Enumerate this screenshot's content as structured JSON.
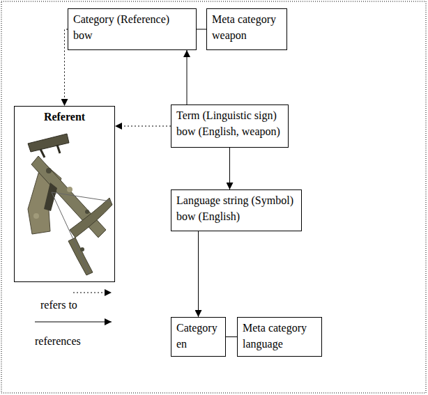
{
  "diagram": {
    "nodes": [
      {
        "text": [
          "Category (Reference)",
          "bow"
        ]
      },
      {
        "text": [
          "Meta category",
          "weapon"
        ]
      },
      {
        "text": [
          "Referent"
        ]
      },
      {
        "text": [
          "Term (Linguistic sign)",
          "bow (English, weapon)"
        ]
      },
      {
        "text": [
          "Language string (Symbol)",
          "bow (English)"
        ]
      },
      {
        "text": [
          "Category",
          "en"
        ]
      },
      {
        "text": [
          "Meta category",
          "language"
        ]
      }
    ],
    "edges": [
      {
        "from": 0,
        "to": 1,
        "arrow": "none"
      },
      {
        "from": 3,
        "to": 0,
        "arrow": "to"
      },
      {
        "from": 3,
        "to": 4,
        "arrow": "to"
      },
      {
        "from": 4,
        "to": 5,
        "arrow": "to"
      },
      {
        "from": 5,
        "to": 6,
        "arrow": "none"
      },
      {
        "from": 0,
        "to": 2,
        "arrow": "to"
      },
      {
        "from": 3,
        "to": 2,
        "arrow": "to"
      }
    ],
    "legend": [
      {
        "text": "refers to"
      },
      {
        "text": "references"
      }
    ]
  }
}
